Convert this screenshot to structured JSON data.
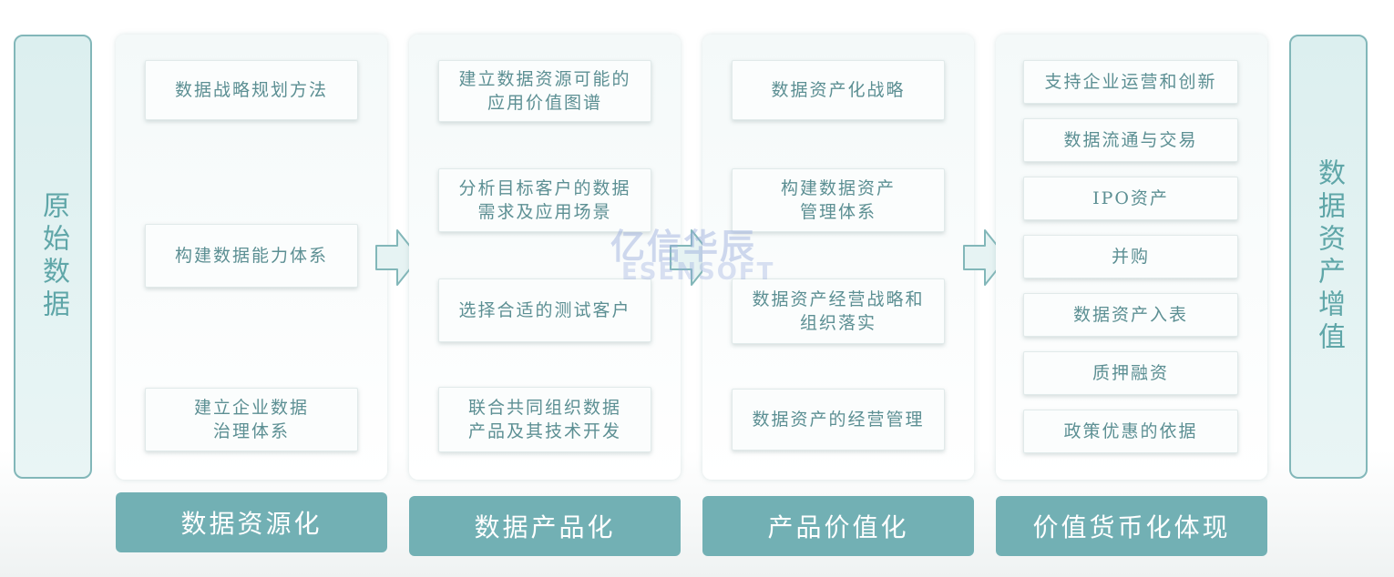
{
  "left_bar": {
    "label": "原始数据"
  },
  "right_bar": {
    "label": "数据资产增值"
  },
  "columns": [
    {
      "title": "数据资源化",
      "items": [
        "数据战略规划方法",
        "构建数据能力体系",
        "建立企业数据\n治理体系"
      ]
    },
    {
      "title": "数据产品化",
      "items": [
        "建立数据资源可能的\n应用价值图谱",
        "分析目标客户的数据\n需求及应用场景",
        "选择合适的测试客户",
        "联合共同组织数据\n产品及其技术开发"
      ]
    },
    {
      "title": "产品价值化",
      "items": [
        "数据资产化战略",
        "构建数据资产\n管理体系",
        "数据资产经营战略和\n组织落实",
        "数据资产的经营管理"
      ]
    },
    {
      "title": "价值货币化体现",
      "items": [
        "支持企业运营和创新",
        "数据流通与交易",
        "IPO资产",
        "并购",
        "数据资产入表",
        "质押融资",
        "政策优惠的依据"
      ]
    }
  ],
  "watermark": {
    "cn": "亿信华辰",
    "en": "ESENSOFT"
  },
  "colors": {
    "accent": "#72b0b4",
    "text": "#5c8f93",
    "border": "#82b7b9"
  },
  "icons": [
    "arrow-right-icon"
  ]
}
